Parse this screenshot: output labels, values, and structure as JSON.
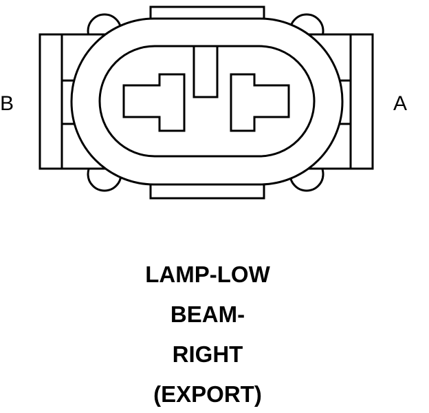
{
  "connector": {
    "pin_left_label": "B",
    "pin_right_label": "A",
    "stroke_color": "#000000",
    "fill_color": "#ffffff"
  },
  "caption": {
    "lines": [
      "LAMP-LOW",
      "BEAM-",
      "RIGHT",
      "(EXPORT)"
    ]
  }
}
